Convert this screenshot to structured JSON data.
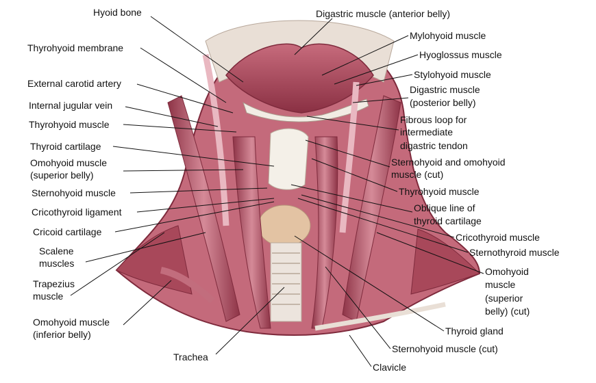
{
  "labels": {
    "hyoid_bone": "Hyoid bone",
    "thyrohyoid_membrane": "Thyrohyoid membrane",
    "external_carotid_artery": "External carotid artery",
    "internal_jugular_vein": "Internal jugular vein",
    "thyrohyoid_muscle_left": "Thyrohyoid muscle",
    "thyroid_cartilage": "Thyroid cartilage",
    "omohyoid_superior_l1": "Omohyoid muscle",
    "omohyoid_superior_l2": "(superior belly)",
    "sternohyoid_muscle": "Sternohyoid muscle",
    "cricothyroid_ligament": "Cricothyroid ligament",
    "cricoid_cartilage": "Cricoid cartilage",
    "scalene_l1": "Scalene",
    "scalene_l2": "muscles",
    "trapezius_l1": "Trapezius",
    "trapezius_l2": "muscle",
    "omohyoid_inferior_l1": "Omohyoid muscle",
    "omohyoid_inferior_l2": "(inferior belly)",
    "trachea": "Trachea",
    "digastric_anterior": "Digastric muscle (anterior belly)",
    "mylohyoid": "Mylohyoid muscle",
    "hyoglossus": "Hyoglossus muscle",
    "stylohyoid": "Stylohyoid muscle",
    "digastric_posterior_l1": "Digastric muscle",
    "digastric_posterior_l2": "(posterior belly)",
    "fibrous_loop_l1": "Fibrous loop for",
    "fibrous_loop_l2": "intermediate",
    "fibrous_loop_l3": "digastric tendon",
    "sternohyoid_omohyoid_cut_l1": "Sternohyoid and omohyoid",
    "sternohyoid_omohyoid_cut_l2": "muscle (cut)",
    "thyrohyoid_muscle_right": "Thyrohyoid muscle",
    "oblique_line_l1": "Oblique line of",
    "oblique_line_l2": "thyroid cartilage",
    "cricothyroid_muscle": "Cricothyroid muscle",
    "sternothyroid_muscle": "Sternothyroid muscle",
    "omohyoid_superior_cut_l1": "Omohyoid",
    "omohyoid_superior_cut_l2": "muscle",
    "omohyoid_superior_cut_l3": "(superior",
    "omohyoid_superior_cut_l4": "belly) (cut)",
    "thyroid_gland": "Thyroid gland",
    "sternohyoid_cut": "Sternohyoid muscle (cut)",
    "clavicle": "Clavicle"
  },
  "colors": {
    "muscle": "#b85566",
    "muscle_dark": "#7e2a3c",
    "muscle_light": "#e7b7bf",
    "cartilage": "#f3eee6",
    "gland": "#e6c7a6",
    "leader": "#111111"
  }
}
